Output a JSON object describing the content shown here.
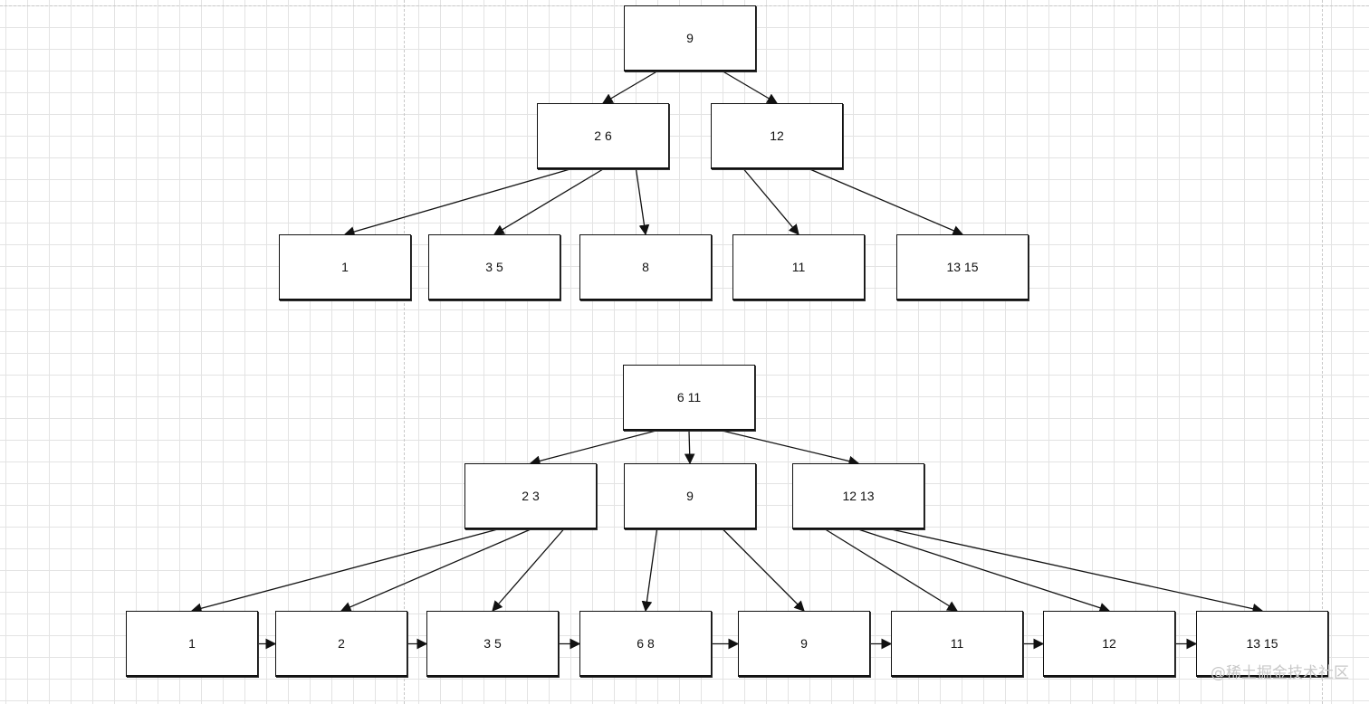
{
  "diagrams": [
    {
      "nodes": [
        {
          "id": "t1-root",
          "label": "9"
        },
        {
          "id": "t1-n26",
          "label": "2 6"
        },
        {
          "id": "t1-n12",
          "label": "12"
        },
        {
          "id": "t1-l1",
          "label": "1"
        },
        {
          "id": "t1-l35",
          "label": "3 5"
        },
        {
          "id": "t1-l8",
          "label": "8"
        },
        {
          "id": "t1-l11",
          "label": "11"
        },
        {
          "id": "t1-l1315",
          "label": "13 15"
        }
      ],
      "edges": [
        [
          "t1-root",
          "t1-n26"
        ],
        [
          "t1-root",
          "t1-n12"
        ],
        [
          "t1-n26",
          "t1-l1"
        ],
        [
          "t1-n26",
          "t1-l35"
        ],
        [
          "t1-n26",
          "t1-l8"
        ],
        [
          "t1-n12",
          "t1-l11"
        ],
        [
          "t1-n12",
          "t1-l1315"
        ]
      ]
    },
    {
      "nodes": [
        {
          "id": "t2-root",
          "label": "6 11"
        },
        {
          "id": "t2-n23",
          "label": "2 3"
        },
        {
          "id": "t2-n9",
          "label": "9"
        },
        {
          "id": "t2-n1213",
          "label": "12 13"
        },
        {
          "id": "t2-l1",
          "label": "1"
        },
        {
          "id": "t2-l2",
          "label": "2"
        },
        {
          "id": "t2-l35",
          "label": "3 5"
        },
        {
          "id": "t2-l68",
          "label": "6 8"
        },
        {
          "id": "t2-l9",
          "label": "9"
        },
        {
          "id": "t2-l11",
          "label": "11"
        },
        {
          "id": "t2-l12",
          "label": "12"
        },
        {
          "id": "t2-l1315",
          "label": "13 15"
        }
      ],
      "edges": [
        [
          "t2-root",
          "t2-n23"
        ],
        [
          "t2-root",
          "t2-n9"
        ],
        [
          "t2-root",
          "t2-n1213"
        ],
        [
          "t2-n23",
          "t2-l1"
        ],
        [
          "t2-n23",
          "t2-l2"
        ],
        [
          "t2-n23",
          "t2-l35"
        ],
        [
          "t2-n9",
          "t2-l68"
        ],
        [
          "t2-n9",
          "t2-l9"
        ],
        [
          "t2-n1213",
          "t2-l11"
        ],
        [
          "t2-n1213",
          "t2-l12"
        ],
        [
          "t2-n1213",
          "t2-l1315"
        ]
      ],
      "leaf_links": [
        [
          "t2-l1",
          "t2-l2"
        ],
        [
          "t2-l2",
          "t2-l35"
        ],
        [
          "t2-l35",
          "t2-l68"
        ],
        [
          "t2-l68",
          "t2-l9"
        ],
        [
          "t2-l9",
          "t2-l11"
        ],
        [
          "t2-l11",
          "t2-l12"
        ],
        [
          "t2-l12",
          "t2-l1315"
        ]
      ]
    }
  ],
  "watermark": "@稀土掘金技术社区",
  "colors": {
    "stroke": "#111111",
    "grid": "#e3e3e3",
    "guide": "#c8c8c8",
    "watermark": "#c8c8c8"
  }
}
